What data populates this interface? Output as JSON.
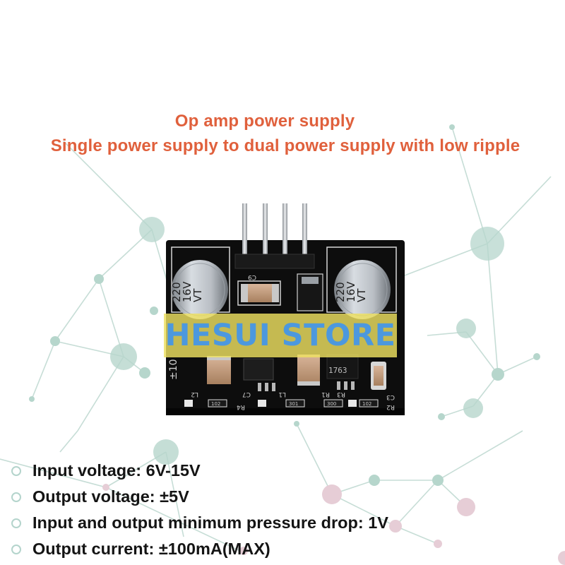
{
  "heading": {
    "line1": "Op amp power supply",
    "line2": "Single power supply to dual power supply with low ripple"
  },
  "watermark": "HESUI STORE",
  "board_labels": {
    "cap_left": [
      "220",
      "16V",
      "VT"
    ],
    "cap_right": [
      "220",
      "16V",
      "VT"
    ],
    "c9": "C9",
    "side_text": "±10",
    "ic_code": "1763",
    "r1": "R1",
    "r2": "R2",
    "r3": "R3",
    "r4": "R4",
    "c7": "C7",
    "l1": "L1",
    "l2": "L2",
    "c3": "C3",
    "res_102a": "102",
    "res_102b": "102",
    "res_301": "301",
    "res_300": "300"
  },
  "specs": [
    "Input voltage: 6V-15V",
    "Output voltage: ±5V",
    "Input and output minimum pressure drop: 1V",
    "Output current: ±100mA(MAX)"
  ],
  "colors": {
    "heading": "#e0603c",
    "watermark_bg": "#eee060",
    "watermark_text": "#4696e6",
    "network_teal": "#a8cec3",
    "network_pink": "#e2c3cf",
    "board": "#0c0c0c"
  }
}
